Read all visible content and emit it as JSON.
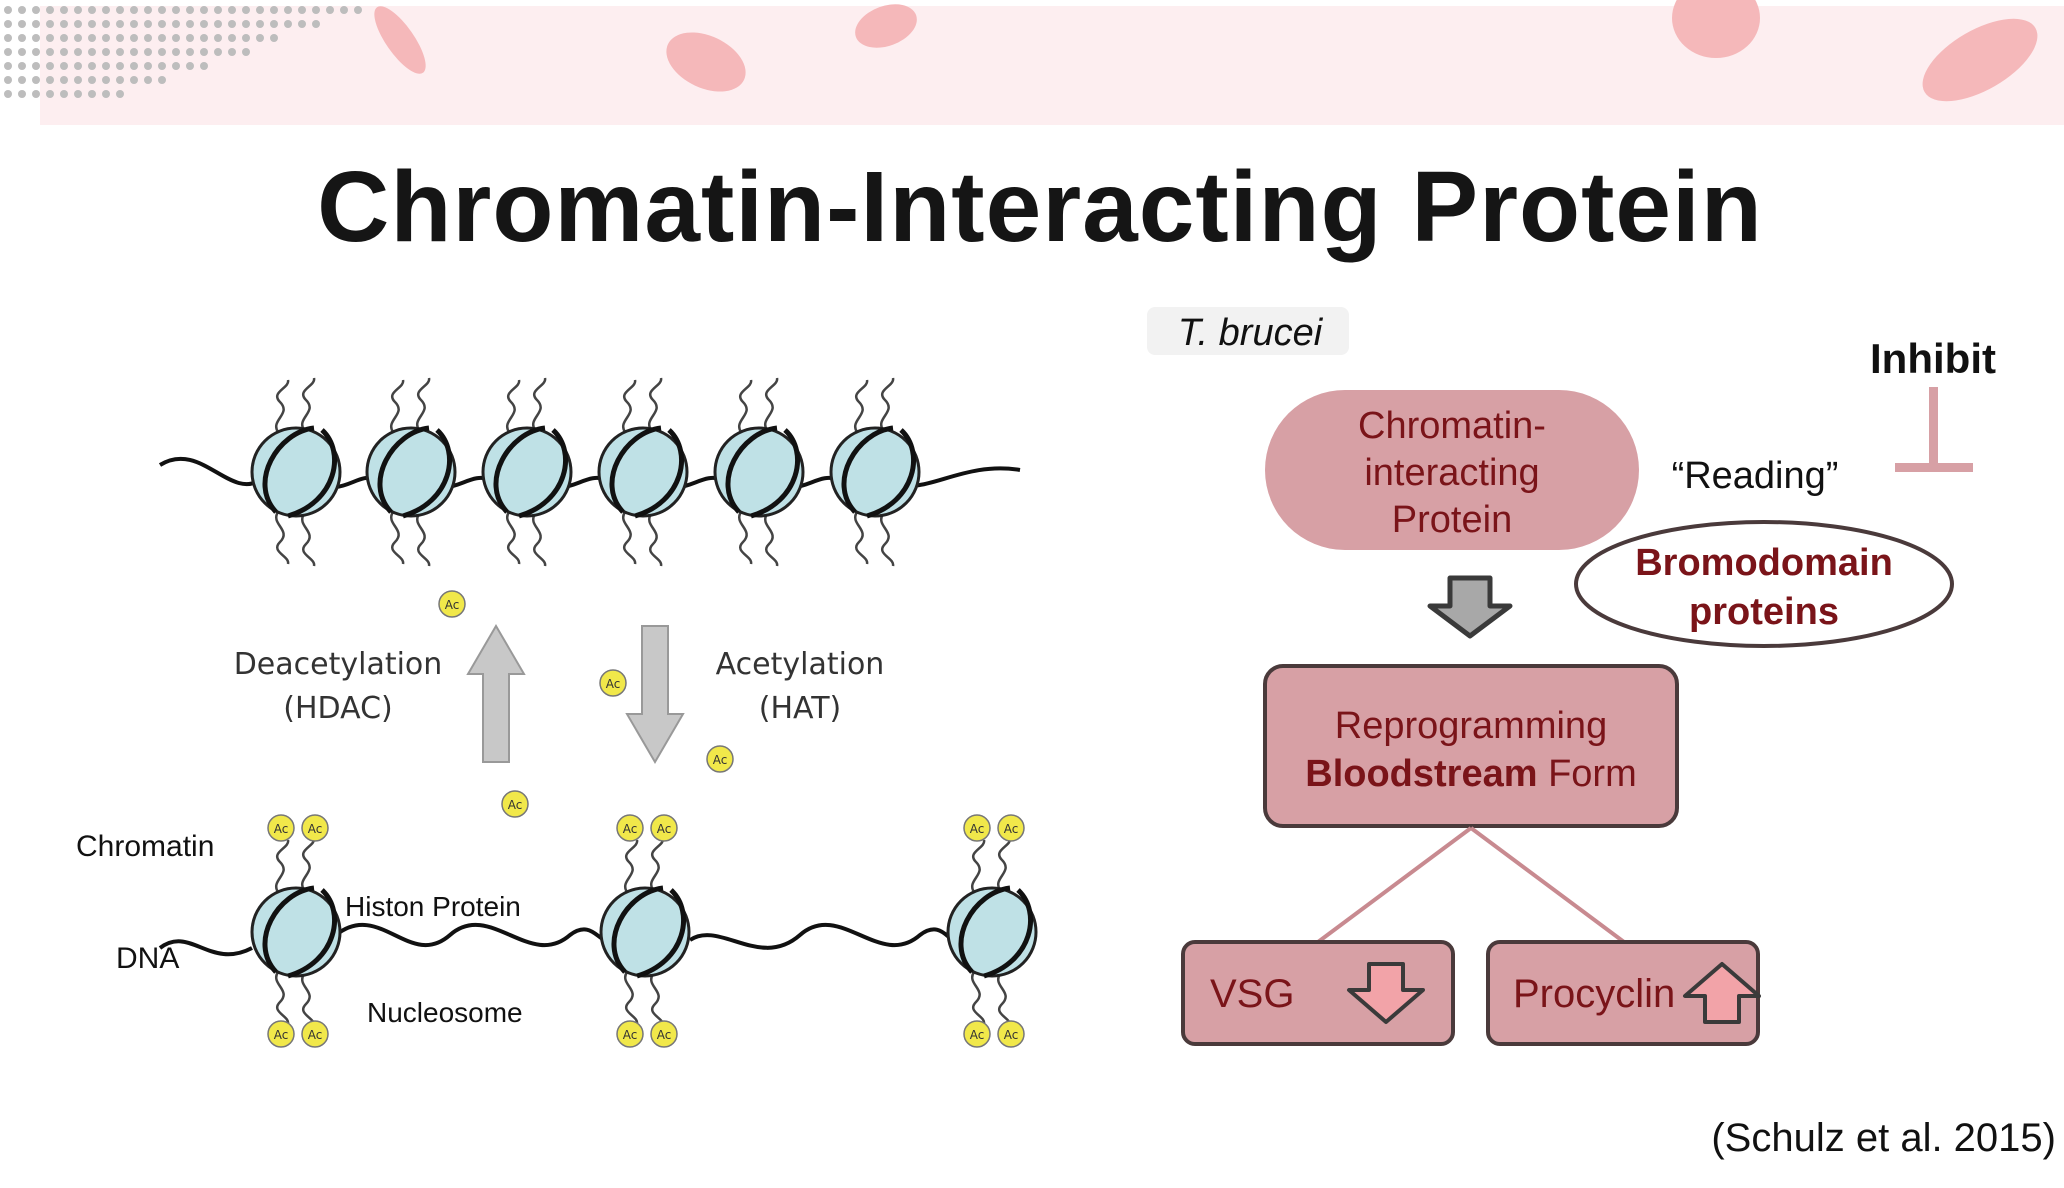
{
  "title": "Chromatin-Interacting Protein",
  "left_diagram": {
    "deacetylation": "Deacetylation",
    "hdac": "(HDAC)",
    "acetylation": "Acetylation",
    "hat": "(HAT)",
    "ac": "Ac",
    "chromatin": "Chromatin",
    "dna": "DNA",
    "histon_protein": "Histon Protein",
    "nucleosome": "Nucleosome"
  },
  "right_diagram": {
    "organism": "T. brucei",
    "cip_line1": "Chromatin-",
    "cip_line2": "interacting",
    "cip_line3": "Protein",
    "reading": "“Reading”",
    "inhibit": "Inhibit",
    "bromo_line1": "Bromodomain",
    "bromo_line2": "proteins",
    "reprog_line1": "Reprogramming",
    "reprog_bold": "Bloodstream",
    "reprog_rest": " Form",
    "vsg": "VSG",
    "procyclin": "Procyclin"
  },
  "citation": "(Schulz et al. 2015)",
  "colors": {
    "banner": "#fdeef0",
    "petal": "#f5b8ba",
    "node_fill": "#d7a0a5",
    "node_stroke": "#4a3a3b",
    "dark_red": "#7a1419",
    "nucleosome": "#bfe1e6",
    "ac_fill": "#f1e84a"
  }
}
